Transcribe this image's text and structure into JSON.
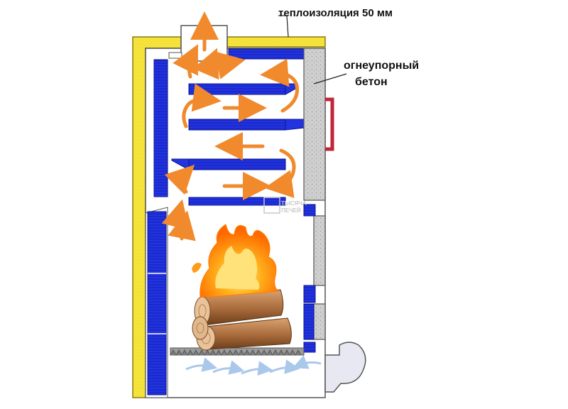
{
  "labels": {
    "insulation": "теплоизоляция 50 мм",
    "refractory_line1": "огнеупорный",
    "refractory_line2": "бетон"
  },
  "watermark": {
    "line1": "ТЫСЯЧА",
    "line2": "ПЕЧЕЙ"
  },
  "colors": {
    "insulation": "#f5e23a",
    "insulation_edge": "#b9a21a",
    "steel_blue": "#1f2fd8",
    "steel_blue_dark": "#0b1690",
    "concrete": "#c9c9c9",
    "flame": "#ff7a00",
    "arrow": "#f08a2c",
    "air_arrow": "#a9c8ea",
    "handle": "#c0253a",
    "wood": "#c88a55",
    "wood_dark": "#7a4a22"
  }
}
